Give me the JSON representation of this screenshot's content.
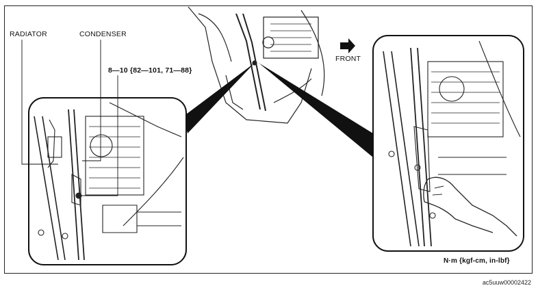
{
  "labels": {
    "radiator": "RADIATOR",
    "condenser": "CONDENSER",
    "torque": "8—10 {82—101, 71—88}",
    "front": "FRONT",
    "units": "N·m {kgf-cm, in-lbf}"
  },
  "figure_code": "ac5uuw00002422"
}
